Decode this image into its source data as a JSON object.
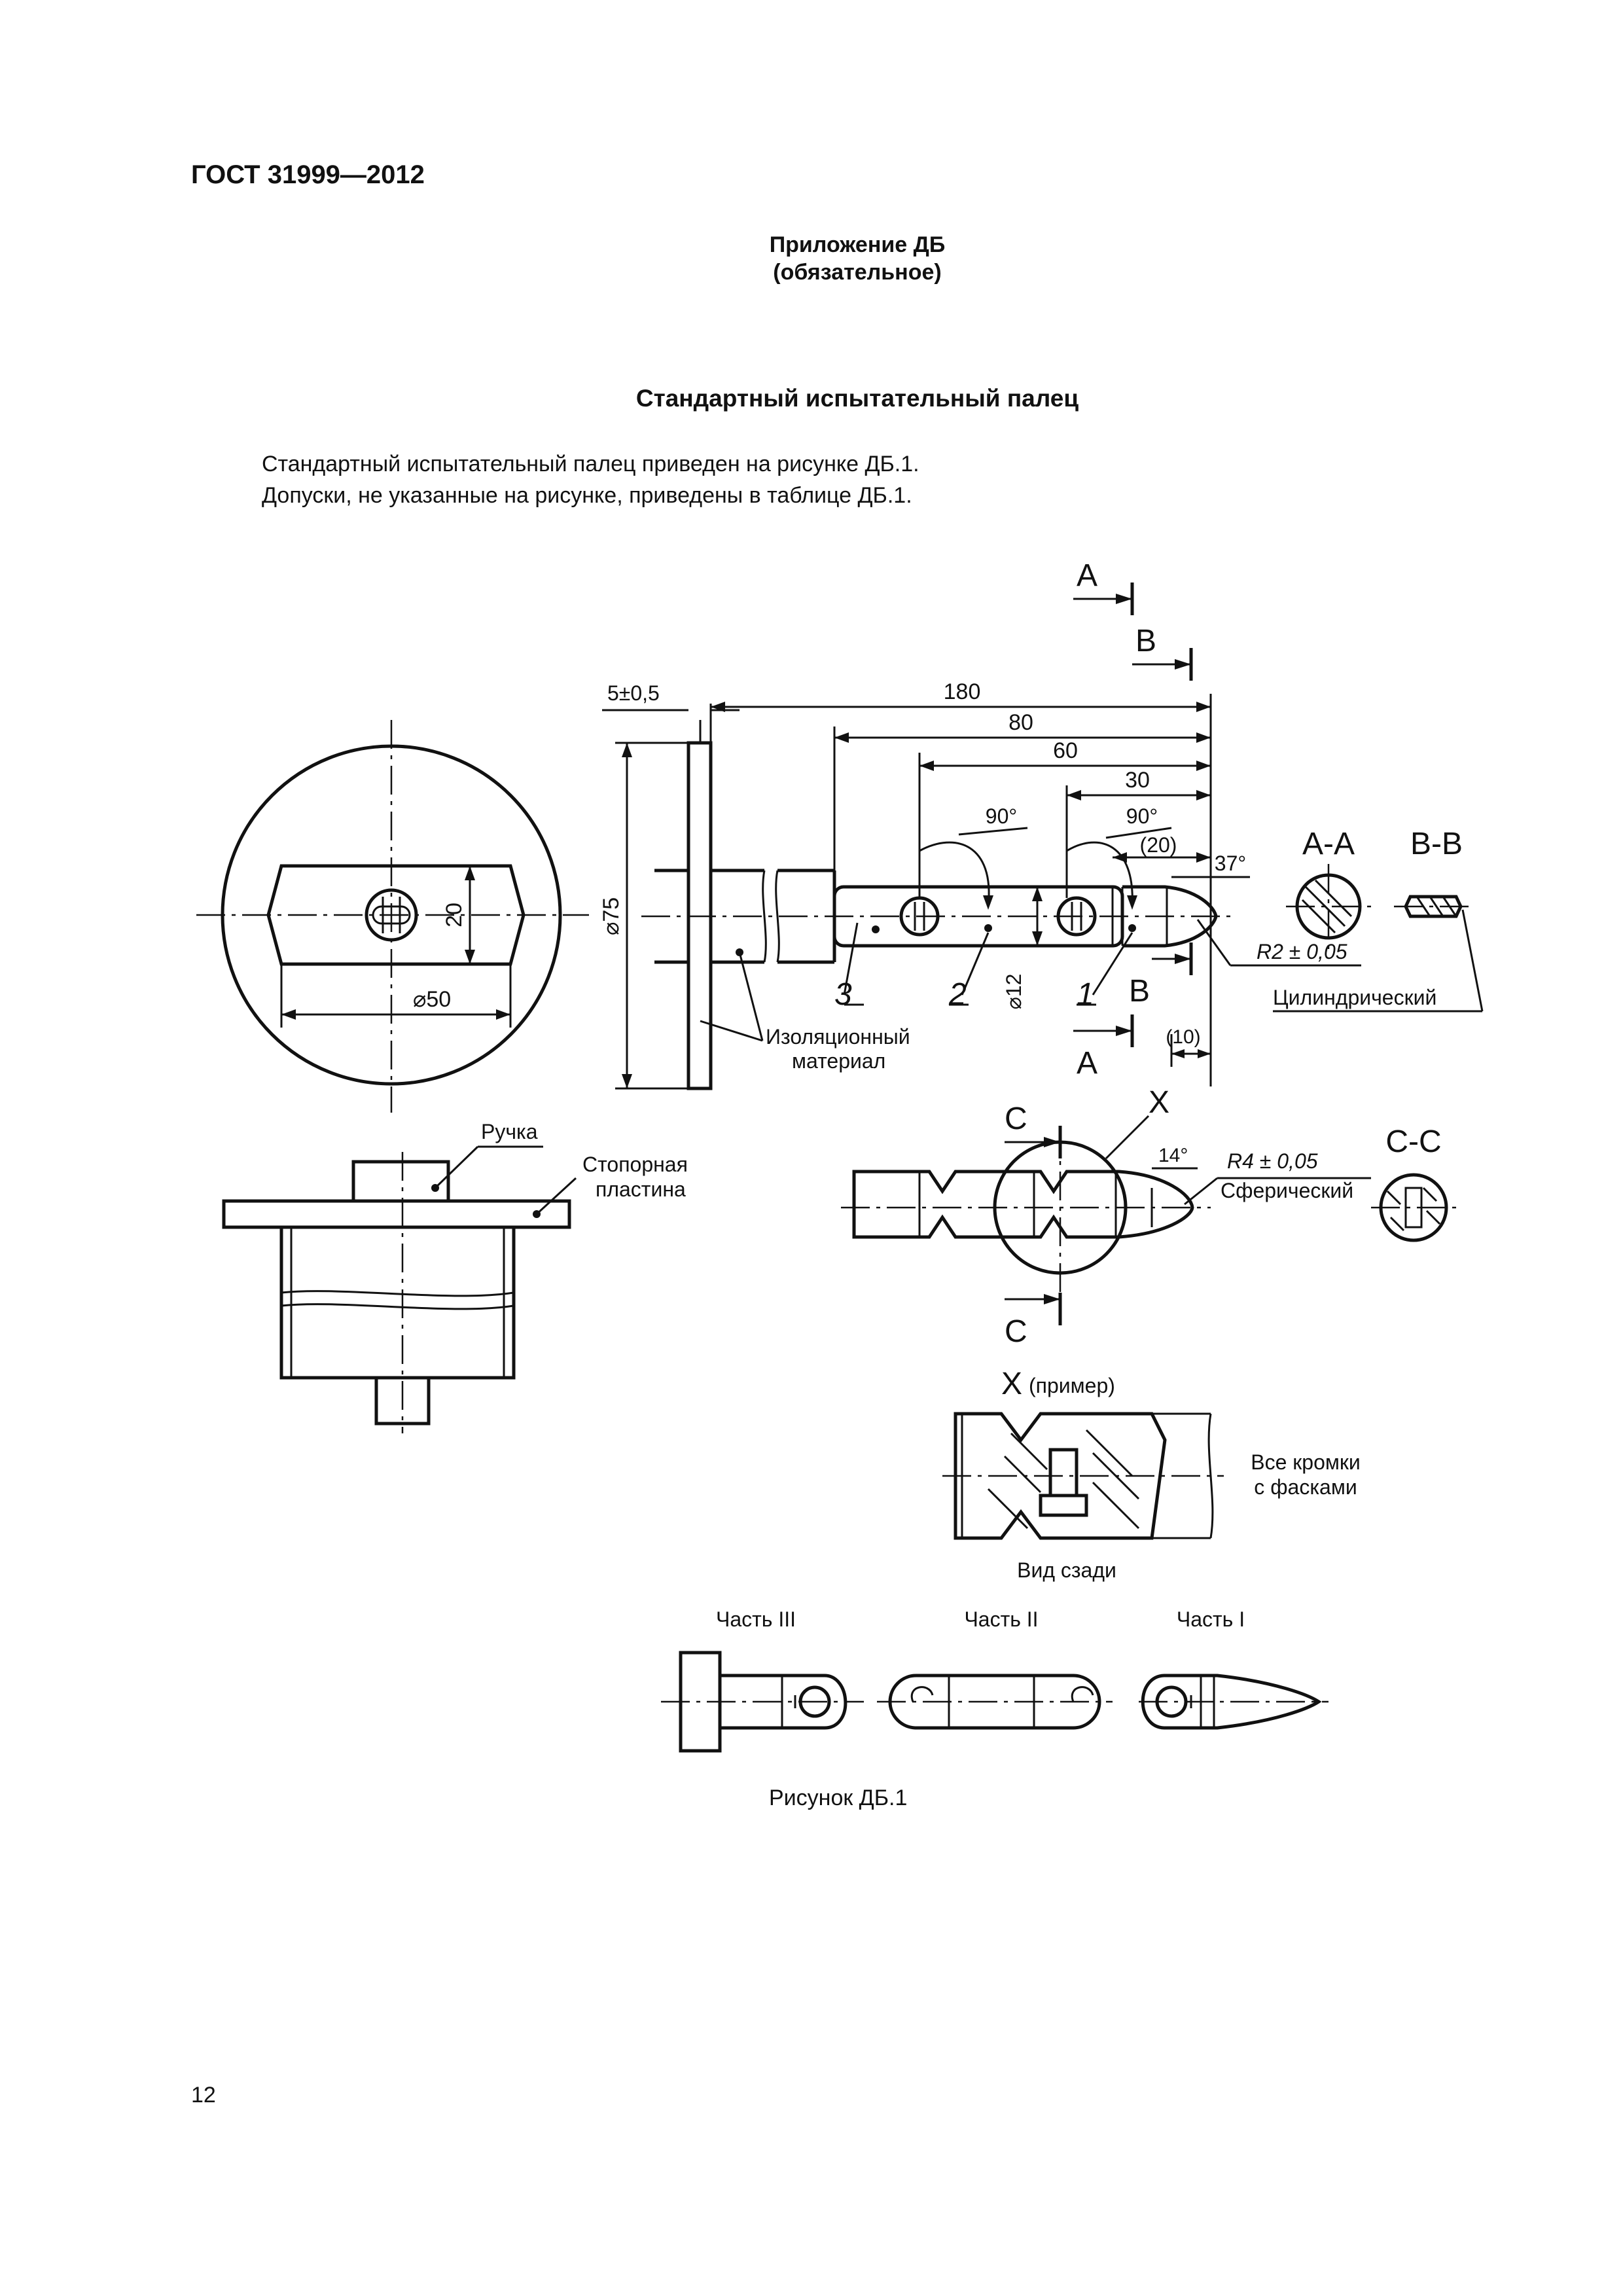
{
  "header": {
    "standard": "ГОСТ 31999—2012"
  },
  "appendix": {
    "title": "Приложение ДБ",
    "status": "(обязательное)"
  },
  "section_title": "Стандартный испытательный палец",
  "paragraphs": [
    "Стандартный испытательный палец приведен на рисунке ДБ.1.",
    "Допуски, не указанные на рисунке, приведены в таблице ДБ.1."
  ],
  "figure": {
    "section_marks": {
      "a": "А",
      "b": "В",
      "c": "С",
      "x": "Х"
    },
    "section_titles": {
      "aa": "А-А",
      "bb": "В-В",
      "cc": "С-С",
      "x_view": "(пример)"
    },
    "dimensions": {
      "plate_thickness": "5±0,5",
      "total_length": "180",
      "len_80": "80",
      "len_60": "60",
      "len_30": "30",
      "len_20": "(20)",
      "len_10": "(10)",
      "angle_90": "90°",
      "angle_37": "37°",
      "angle_14": "14°",
      "plate_dia": "⌀75",
      "finger_dia": "⌀12",
      "handle_dia": "⌀50",
      "handle_h": "20",
      "tip_r2": "R2 ± 0,05",
      "tip_r4": "R4 ± 0,05"
    },
    "part_numbers": {
      "p1": "1",
      "p2": "2",
      "p3": "3"
    },
    "labels": {
      "insulation_1": "Изоляционный",
      "insulation_2": "материал",
      "cylindrical": "Цилиндрический",
      "spherical": "Сферический",
      "handle": "Ручка",
      "stop_plate_1": "Стопорная",
      "stop_plate_2": "пластина",
      "edges_1": "Все кромки",
      "edges_2": "с фасками",
      "rear_view": "Вид сзади",
      "part_3": "Часть III",
      "part_2": "Часть II",
      "part_1": "Часть I"
    },
    "caption": "Рисунок ДБ.1"
  },
  "footer": {
    "page_number": "12"
  }
}
